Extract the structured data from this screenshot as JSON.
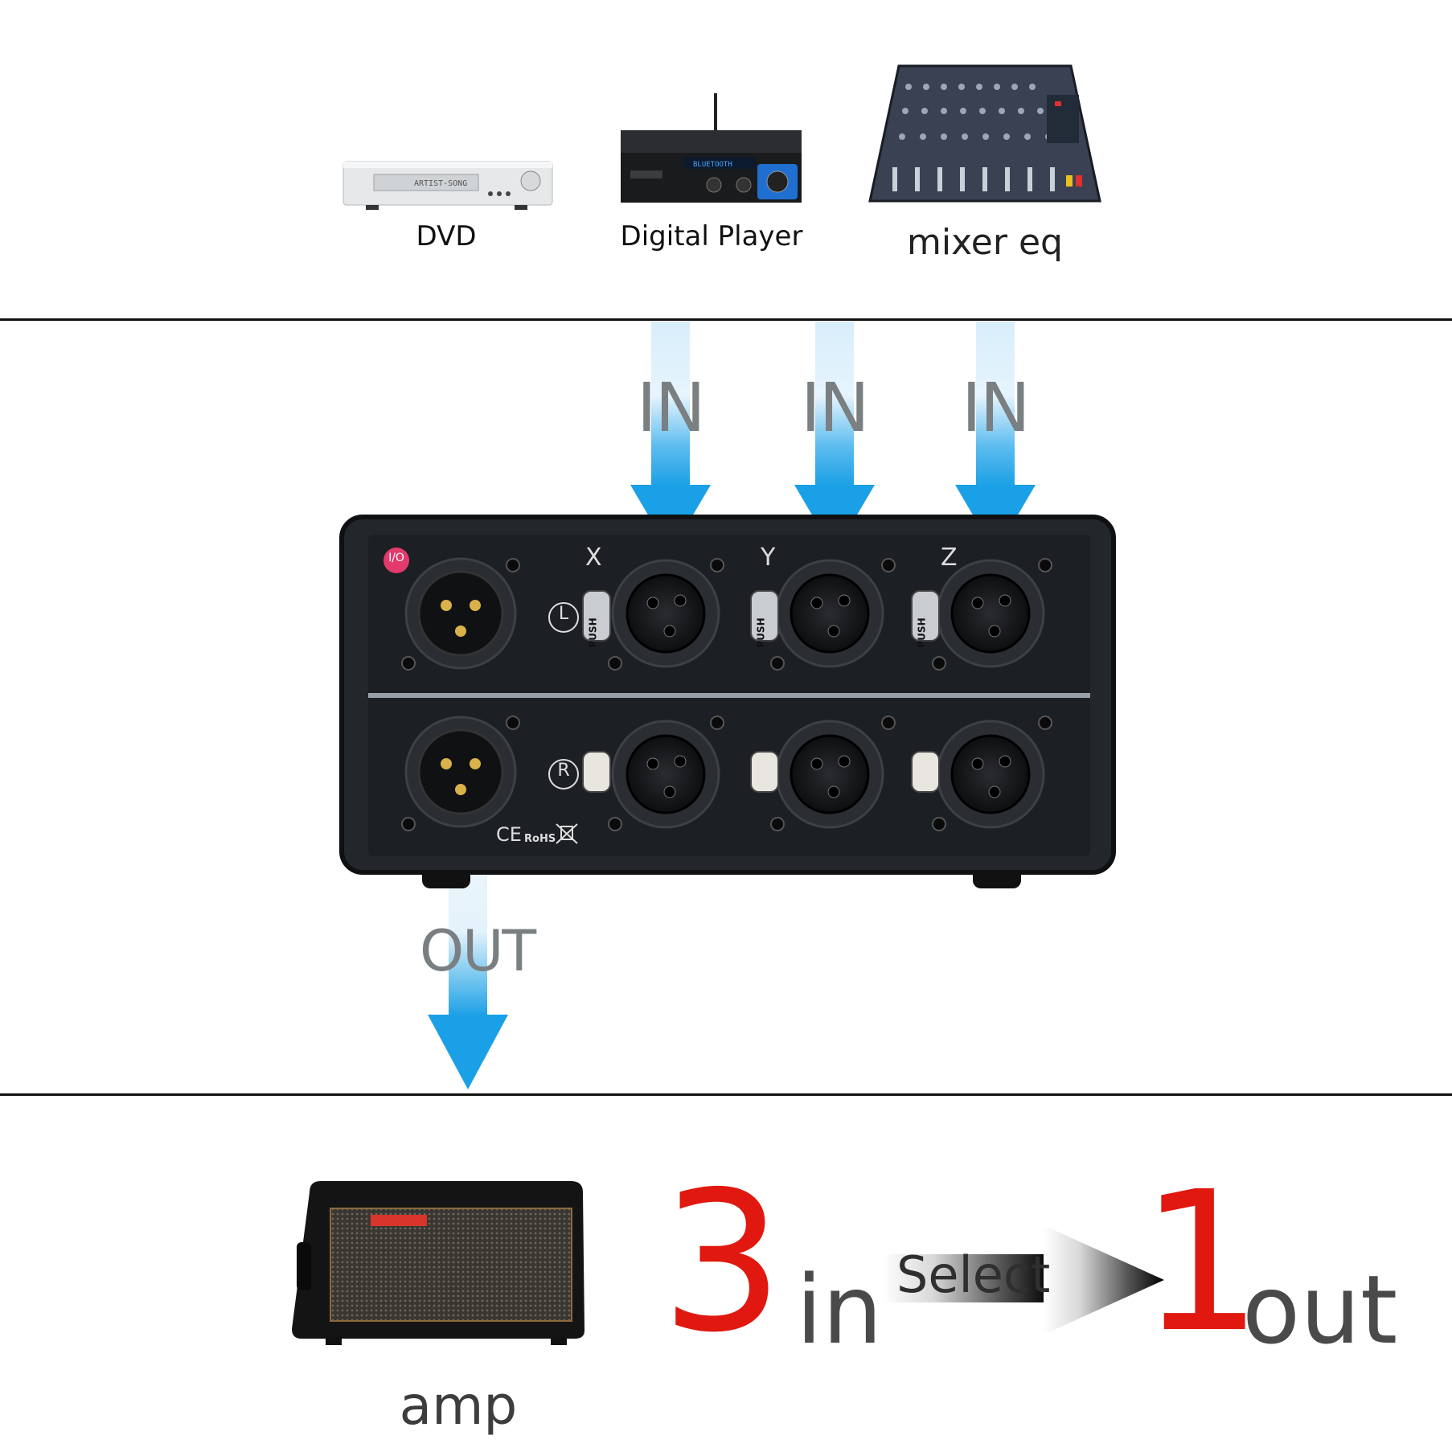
{
  "sources": [
    {
      "id": "dvd",
      "label": "DVD",
      "screen_text": "ARTIST-SONG"
    },
    {
      "id": "digital-player",
      "label": "Digital Player",
      "screen_text": "BLUETOOTH"
    },
    {
      "id": "mixer",
      "label": "mixer eq"
    }
  ],
  "flow": {
    "in_label": "IN",
    "out_label": "OUT"
  },
  "device": {
    "power_badge": "I/O",
    "channels": [
      "X",
      "Y",
      "Z"
    ],
    "left_mark": "L",
    "right_mark": "R",
    "latch_text": "PUSH",
    "cert_ce": "CE",
    "cert_rohs": "RoHS"
  },
  "destination": {
    "label": "amp"
  },
  "tagline": {
    "count_in": "3",
    "in_word": "in",
    "select_word": "Select",
    "count_out": "1",
    "out_word": "out"
  },
  "colors": {
    "arrow": "#1aa0e6",
    "accent_red": "#e0180f",
    "text_gray": "#4a4a4a",
    "device_body": "#1c1f24"
  }
}
